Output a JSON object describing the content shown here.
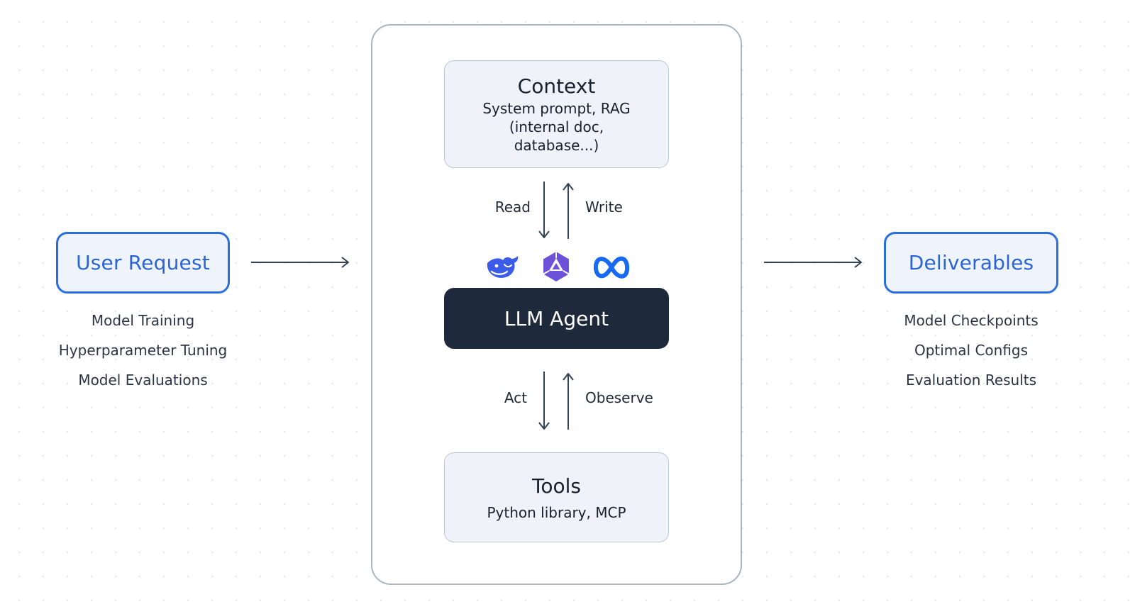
{
  "user_request": {
    "title": "User Request",
    "items": [
      "Model Training",
      "Hyperparameter Tuning",
      "Model Evaluations"
    ]
  },
  "deliverables": {
    "title": "Deliverables",
    "items": [
      "Model Checkpoints",
      "Optimal Configs",
      "Evaluation Results"
    ]
  },
  "context": {
    "title": "Context",
    "lines": [
      "System prompt, RAG",
      "(internal doc,",
      "database...)"
    ]
  },
  "agent": {
    "label": "LLM Agent",
    "model_icons": [
      "deepseek-whale-icon",
      "qwen-icon",
      "meta-infinity-icon"
    ]
  },
  "tools": {
    "title": "Tools",
    "subtitle": "Python library, MCP"
  },
  "edges": {
    "read": "Read",
    "write": "Write",
    "act": "Act",
    "observe": "Obeserve"
  },
  "colors": {
    "accent_blue": "#2b6ddf",
    "pill_fill": "#eef3fc",
    "agent_fill": "#1e293b",
    "card_fill": "#eff3f9",
    "arrow": "#334155"
  }
}
